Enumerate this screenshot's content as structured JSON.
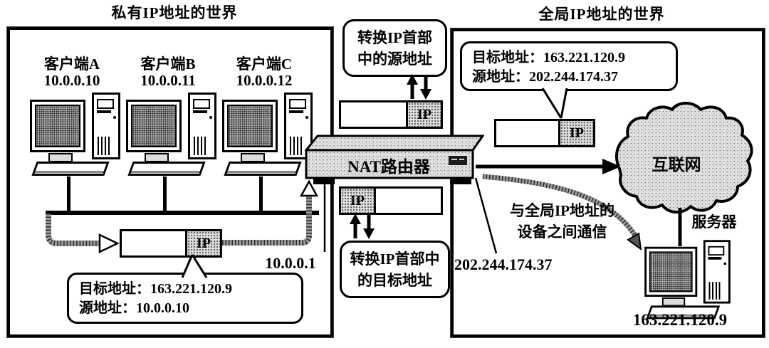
{
  "titles": {
    "private_world": "私有IP地址的世界",
    "global_world": "全局IP地址的世界"
  },
  "clients": [
    {
      "label": "客户端A",
      "ip": "10.0.0.10"
    },
    {
      "label": "客户端B",
      "ip": "10.0.0.11"
    },
    {
      "label": "客户端C",
      "ip": "10.0.0.12"
    }
  ],
  "nat_router": {
    "label": "NAT路由器",
    "private_ip": "10.0.0.1",
    "global_ip": "202.244.174.37"
  },
  "notes": {
    "translate_source_line1": "转换IP首部",
    "translate_source_line2": "中的源地址",
    "translate_dest_line1": "转换IP首部中",
    "translate_dest_line2": "的目标地址",
    "comm_line1": "与全局IP地址的",
    "comm_line2": "设备之间通信"
  },
  "packets": {
    "ip_label": "IP"
  },
  "callouts": {
    "private": {
      "dest": "目标地址：163.221.120.9",
      "src": "源地址：10.0.0.10"
    },
    "global": {
      "dest": "目标地址：163.221.120.9",
      "src": "源地址：202.244.174.37"
    }
  },
  "internet": {
    "label": "互联网"
  },
  "server": {
    "label": "服务器",
    "ip": "163.221.120.9"
  },
  "colors": {
    "ink": "#000000",
    "texture_gray": "#8a8a8a",
    "paper": "#ffffff"
  }
}
